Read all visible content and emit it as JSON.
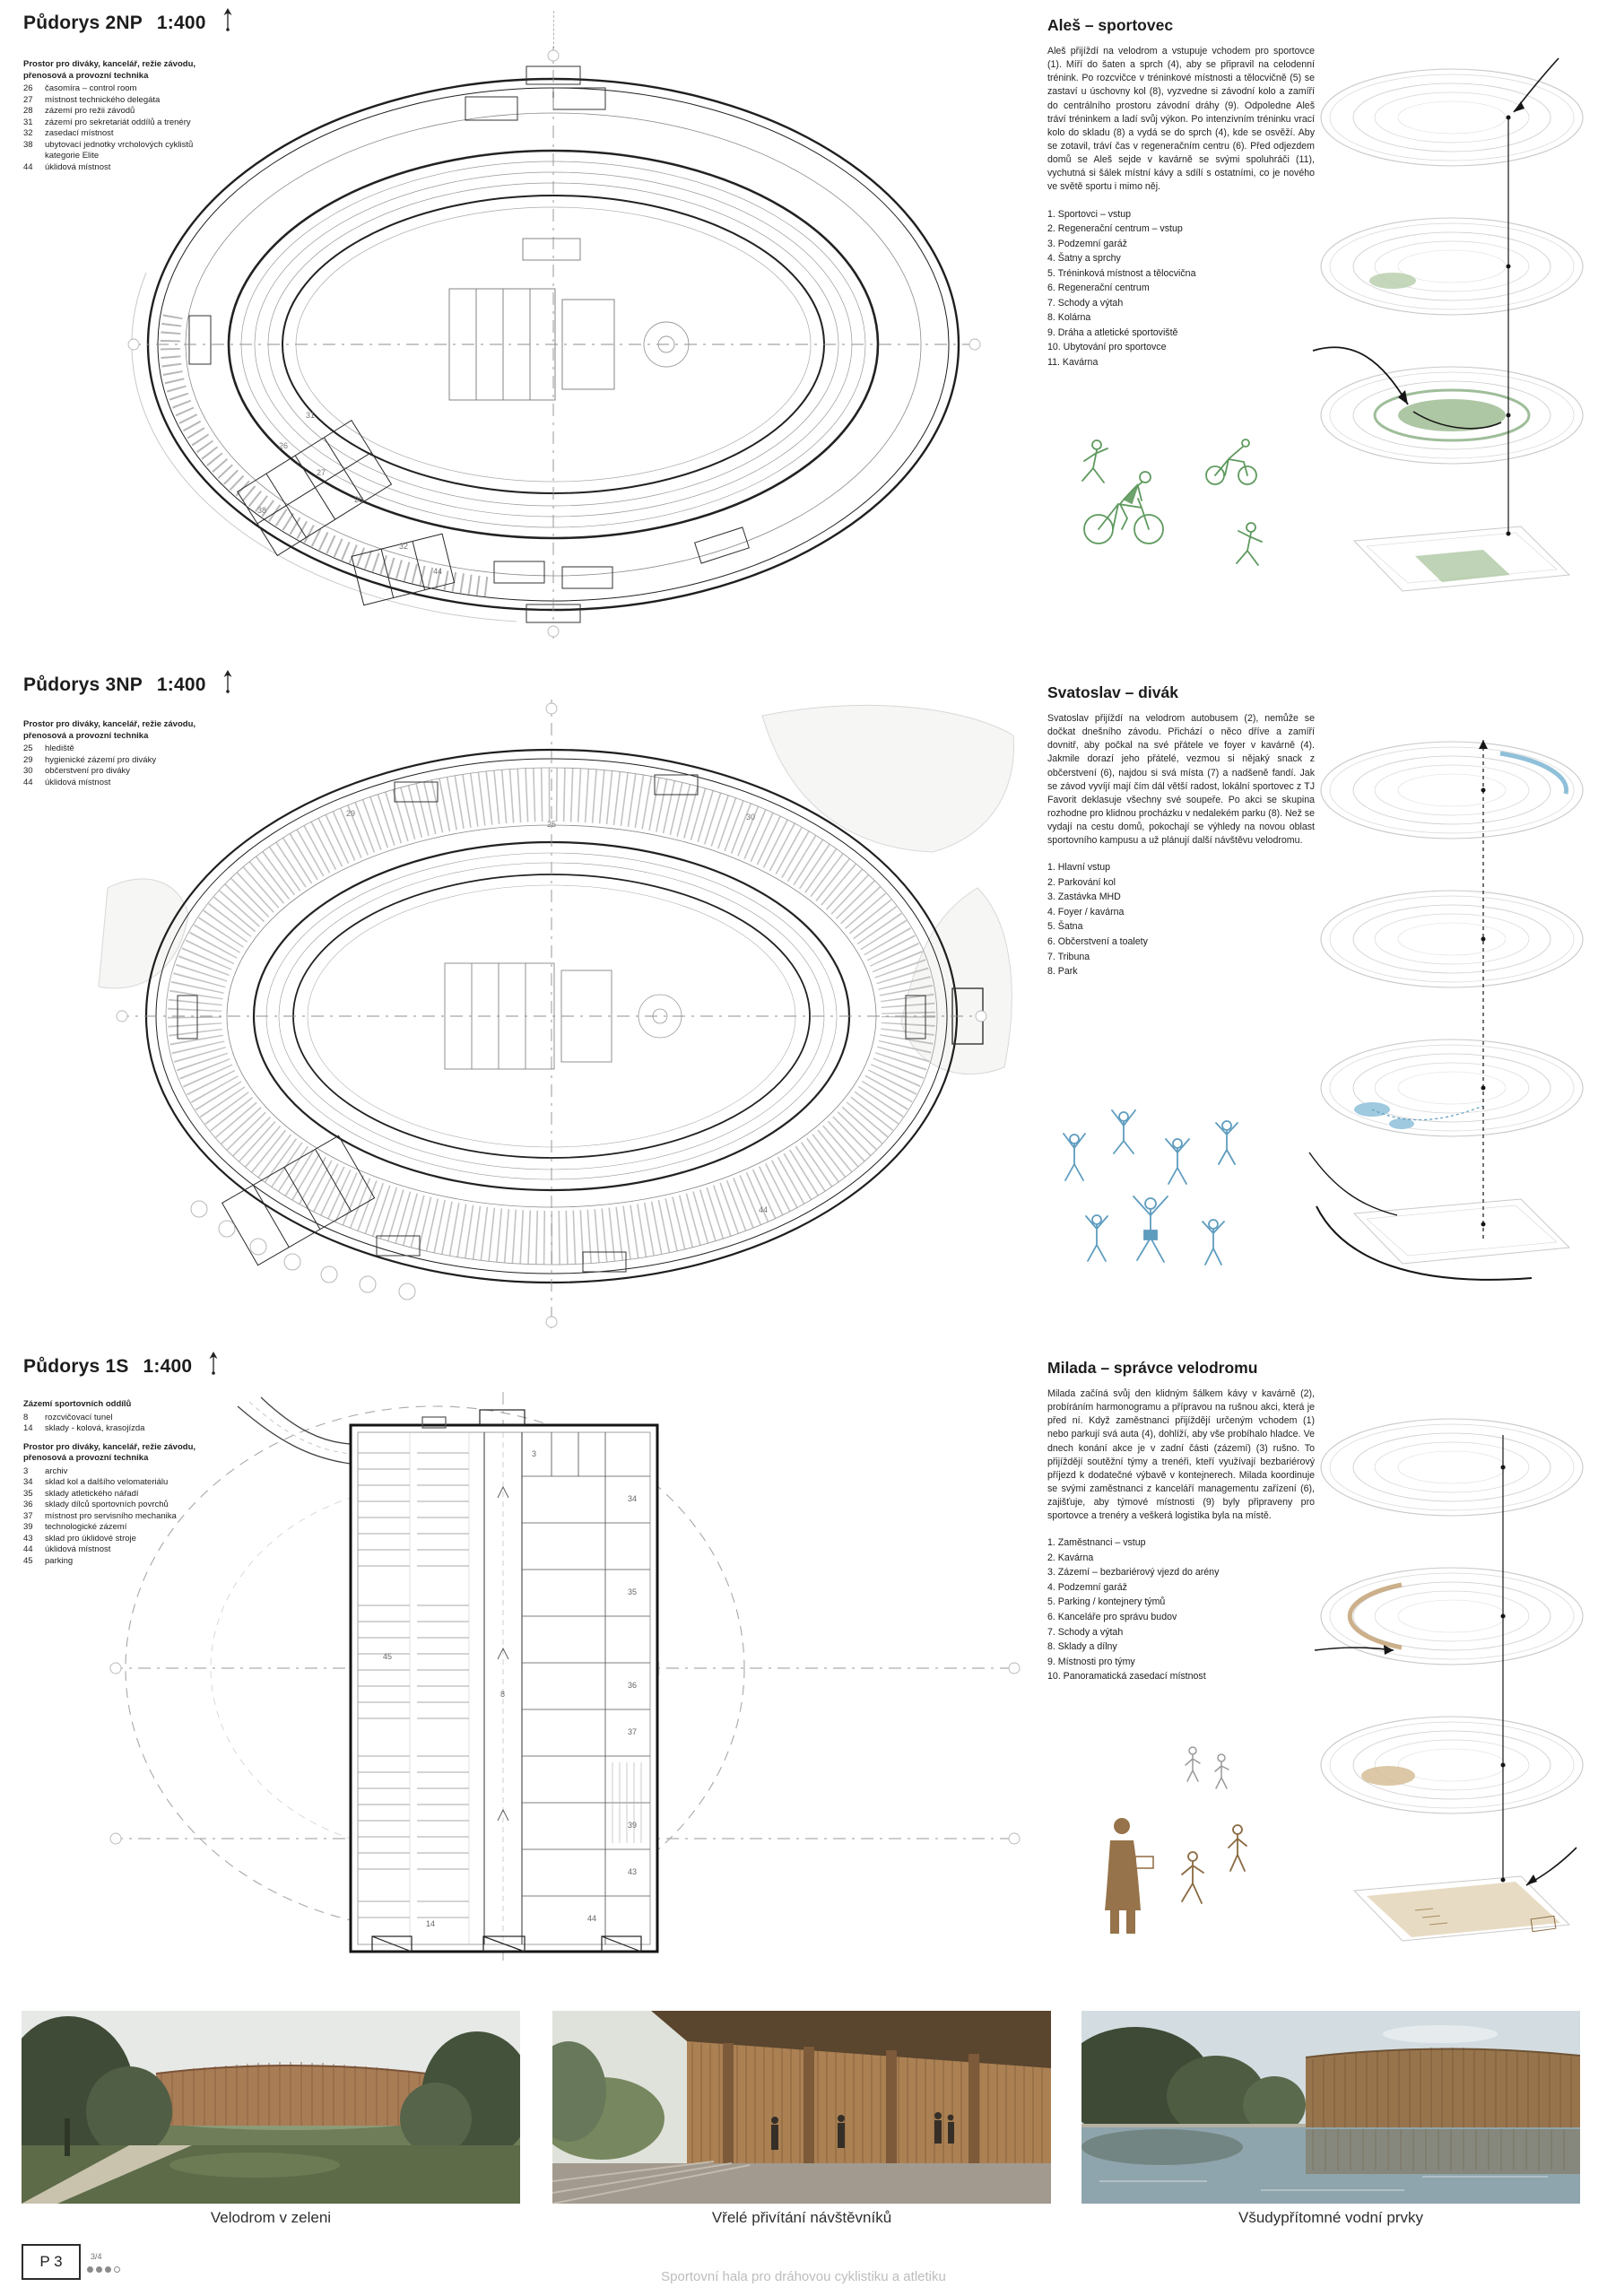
{
  "plans": {
    "p2np": {
      "title": "Půdorys 2NP",
      "scale": "1:400",
      "legend_heading": "Prostor pro diváky, kancelář, režie závodu, přenosová a provozní technika",
      "items": [
        {
          "num": "26",
          "label": "časomíra – control room"
        },
        {
          "num": "27",
          "label": "místnost technického delegáta"
        },
        {
          "num": "28",
          "label": "zázemí pro režii závodů"
        },
        {
          "num": "31",
          "label": "zázemí pro sekretariát oddílů a trenéry"
        },
        {
          "num": "32",
          "label": "zasedací místnost"
        },
        {
          "num": "38",
          "label": "ubytovací jednotky vrcholových cyklistů kategorie Elite"
        },
        {
          "num": "44",
          "label": "úklidová místnost"
        }
      ]
    },
    "p3np": {
      "title": "Půdorys 3NP",
      "scale": "1:400",
      "legend_heading": "Prostor pro diváky, kancelář, režie závodu, přenosová a provozní technika",
      "items": [
        {
          "num": "25",
          "label": "hlediště"
        },
        {
          "num": "29",
          "label": "hygienické zázemí pro diváky"
        },
        {
          "num": "30",
          "label": "občerstvení pro diváky"
        },
        {
          "num": "44",
          "label": "úklidová místnost"
        }
      ]
    },
    "p1s": {
      "title": "Půdorys 1S",
      "scale": "1:400",
      "legend_heading1": "Zázemí sportovních oddílů",
      "items1": [
        {
          "num": "8",
          "label": "rozcvičovací tunel"
        },
        {
          "num": "14",
          "label": "sklady - kolová, krasojízda"
        }
      ],
      "legend_heading2": "Prostor pro diváky, kancelář, režie závodu, přenosová a provozní technika",
      "items2": [
        {
          "num": "3",
          "label": "archiv"
        },
        {
          "num": "34",
          "label": "sklad kol a dalšího velomateriálu"
        },
        {
          "num": "35",
          "label": "sklady atletického nářadí"
        },
        {
          "num": "36",
          "label": "sklady dílců sportovních povrchů"
        },
        {
          "num": "37",
          "label": "místnost pro servisního mechanika"
        },
        {
          "num": "39",
          "label": "technologické zázemí"
        },
        {
          "num": "43",
          "label": "sklad pro úklidové stroje"
        },
        {
          "num": "44",
          "label": "úklidová místnost"
        },
        {
          "num": "45",
          "label": "parking"
        }
      ]
    }
  },
  "stories": {
    "ales": {
      "title": "Aleš – sportovec",
      "body": "Aleš přijíždí na velodrom a vstupuje vchodem pro sportovce (1). Míří do šaten a sprch (4), aby se připravil na celodenní trénink. Po rozcvičce v tréninkové místnosti a tělocvičně (5) se zastaví u úschovny kol (8), vyzvedne si závodní kolo a zamíří do centrálního prostoru závodní dráhy (9). Odpoledne Aleš tráví tréninkem a ladí svůj výkon. Po intenzivním tréninku vrací kolo do skladu (8) a vydá se do sprch (4), kde se osvěží. Aby se zotavil, tráví čas v regeneračním centru (6). Před odjezdem domů se Aleš sejde v kavárně se svými spoluhráči (11), vychutná si šálek místní kávy a sdílí s ostatními, co je nového ve světě sportu i mimo něj.",
      "items": [
        "1. Sportovci – vstup",
        "2. Regenerační centrum – vstup",
        "3. Podzemní garáž",
        "4. Šatny a sprchy",
        "5. Tréninková místnost a tělocvična",
        "6. Regenerační centrum",
        "7. Schody a výtah",
        "8. Kolárna",
        "9. Dráha a atletické sportoviště",
        "10. Ubytování pro sportovce",
        "11. Kavárna"
      ]
    },
    "svatoslav": {
      "title": "Svatoslav – divák",
      "body": "Svatoslav přijíždí na velodrom autobusem (2), nemůže se dočkat dnešního závodu. Přichází o něco dříve a zamíří dovnitř, aby počkal na své přátele ve foyer v kavárně (4). Jakmile dorazí jeho přátelé, vezmou si nějaký snack z občerstvení (6), najdou si svá místa (7) a nadšeně fandí. Jak se závod vyvíjí mají čím dál větší radost, lokální sportovec z TJ Favorit deklasuje všechny své soupeře. Po akci se skupina rozhodne pro klidnou procházku v nedalekém parku (8). Než se vydají na cestu domů, pokochají se výhledy na novou oblast sportovního kampusu a už plánují další návštěvu velodromu.",
      "items": [
        "1. Hlavní vstup",
        "2. Parkování kol",
        "3. Zastávka MHD",
        "4. Foyer / kavárna",
        "5. Šatna",
        "6. Občerstvení a toalety",
        "7. Tribuna",
        "8. Park"
      ]
    },
    "milada": {
      "title": "Milada – správce velodromu",
      "body": "Milada začíná svůj den klidným šálkem kávy v kavárně (2), probíráním harmonogramu a přípravou na rušnou akci, která je před ní. Když zaměstnanci přijíždějí určeným vchodem (1) nebo parkují svá auta (4), dohlíží, aby vše probíhalo hladce. Ve dnech konání akce je v zadní části (zázemí) (3) rušno. To přijíždějí soutěžní týmy a trenéři, kteří využívají bezbariérový příjezd k dodatečné výbavě v kontejnerech. Milada koordinuje se svými zaměstnanci z kanceláří managementu zařízení (6), zajišťuje, aby týmové místnosti (9) byly připraveny pro sportovce a trenéry a veškerá logistika byla na místě.",
      "items": [
        "1. Zaměstnanci – vstup",
        "2. Kavárna",
        "3. Zázemí – bezbariérový vjezd do arény",
        "4. Podzemní garáž",
        "5. Parking / kontejnery týmů",
        "6. Kanceláře pro správu budov",
        "7. Schody a výtah",
        "8. Sklady a dílny",
        "9. Místnosti pro týmy",
        "10. Panoramatická zasedací místnost"
      ]
    }
  },
  "photos": [
    {
      "caption": "Velodrom v zeleni"
    },
    {
      "caption": "Vřelé přivítání návštěvníků"
    },
    {
      "caption": "Všudypřítomné vodní prvky"
    }
  ],
  "footer": {
    "panel_code": "P 3",
    "page_indicator": "3/4",
    "project_title": "Sportovní hala pro dráhovou cyklistiku a atletiku"
  },
  "colors": {
    "accent_green": "#9dbd99",
    "accent_blue": "#7db5d2",
    "accent_tan": "#c3a276"
  }
}
